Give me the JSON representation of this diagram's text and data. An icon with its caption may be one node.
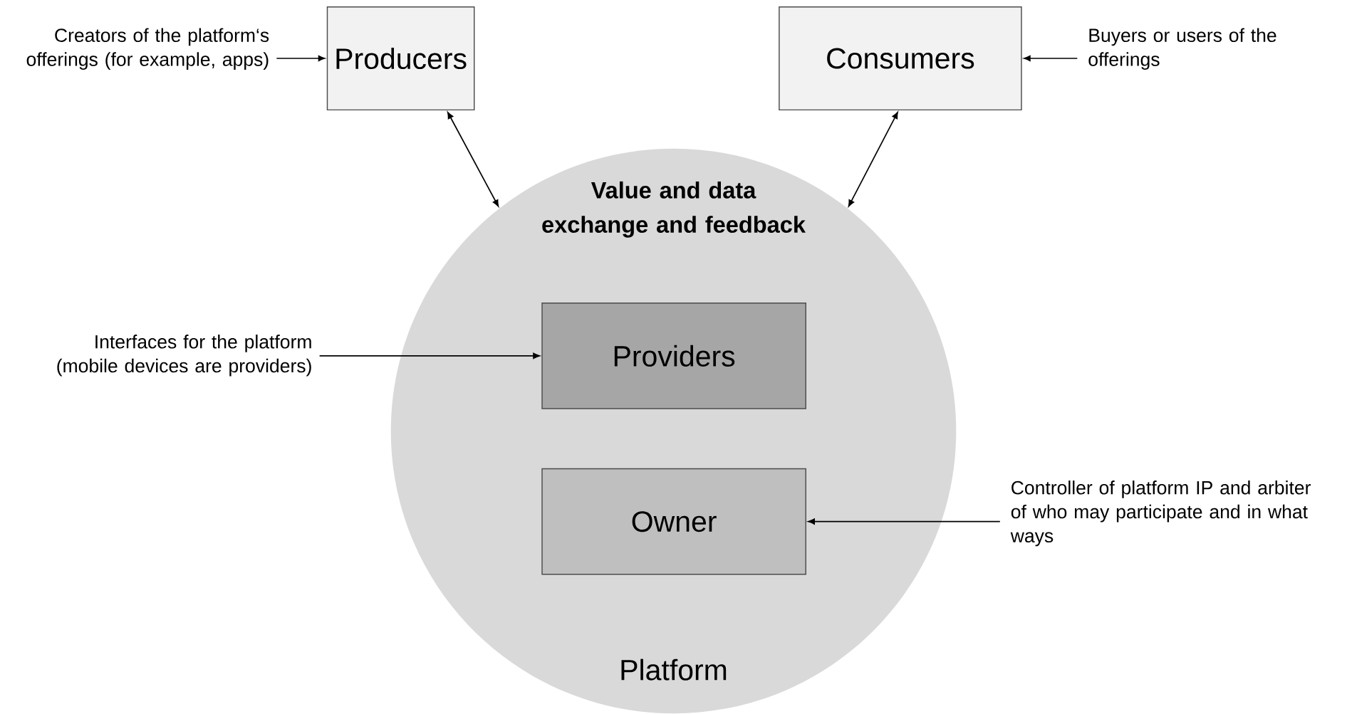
{
  "diagram": {
    "nodes": [
      {
        "text": [
          "Producers"
        ]
      },
      {
        "text": [
          "Consumers"
        ]
      },
      {
        "text": [
          "Value and data exchange and feedback",
          "Platform"
        ]
      },
      {
        "text": [
          "Providers"
        ],
        "in": 2
      },
      {
        "text": [
          "Owner"
        ],
        "in": 2
      },
      {
        "text": [
          "Creators of the platform‘s offerings (for example, apps)"
        ]
      },
      {
        "text": [
          "Buyers or users of the offerings"
        ]
      },
      {
        "text": [
          "Interfaces for the platform (mobile devices are providers)"
        ]
      },
      {
        "text": [
          "Controller of platform IP and arbiter of who may participate and in what ways"
        ]
      }
    ],
    "edges": [
      {
        "from": 5,
        "to": 0,
        "arrow": "to"
      },
      {
        "from": 6,
        "to": 1,
        "arrow": "to"
      },
      {
        "from": 7,
        "to": 3,
        "arrow": "to"
      },
      {
        "from": 8,
        "to": 4,
        "arrow": "to"
      },
      {
        "from": 0,
        "to": 2,
        "arrow": "both"
      },
      {
        "from": 1,
        "to": 2,
        "arrow": "both"
      }
    ]
  }
}
